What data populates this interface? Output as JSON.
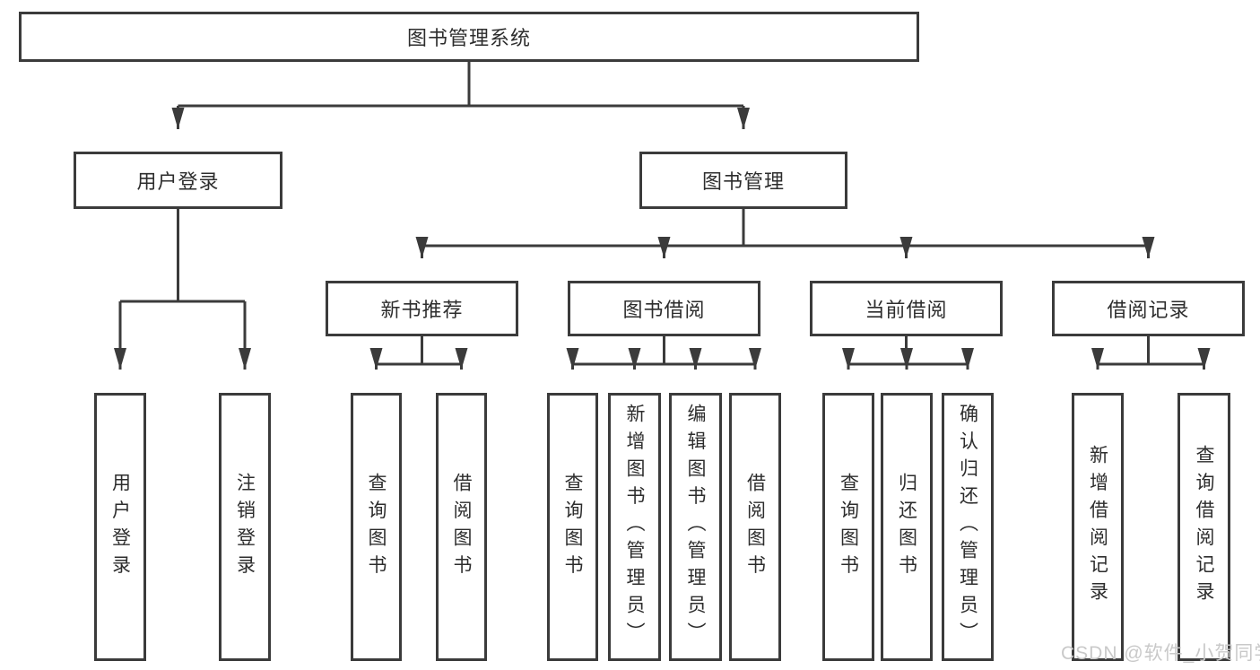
{
  "colors": {
    "line": "#3b3b3b",
    "box_border": "#3b3b3b",
    "box_fill": "#ffffff",
    "text": "#2d2d2d",
    "watermark": "#c9c9c9",
    "background": "#ffffff"
  },
  "watermark": {
    "text": "CSDN @软件_小贺同学"
  },
  "tree": {
    "label": "图书管理系统",
    "children": [
      {
        "label": "用户登录",
        "children": [
          {
            "label": "用户登录"
          },
          {
            "label": "注销登录"
          }
        ]
      },
      {
        "label": "图书管理",
        "children": [
          {
            "label": "新书推荐",
            "children": [
              {
                "label": "查询图书"
              },
              {
                "label": "借阅图书"
              }
            ]
          },
          {
            "label": "图书借阅",
            "children": [
              {
                "label": "查询图书"
              },
              {
                "label": "新增图书（管理员）"
              },
              {
                "label": "编辑图书（管理员）"
              },
              {
                "label": "借阅图书"
              }
            ]
          },
          {
            "label": "当前借阅",
            "children": [
              {
                "label": "查询图书"
              },
              {
                "label": "归还图书"
              },
              {
                "label": "确认归还（管理员）"
              }
            ]
          },
          {
            "label": "借阅记录",
            "children": [
              {
                "label": "新增借阅记录"
              },
              {
                "label": "查询借阅记录"
              }
            ]
          }
        ]
      }
    ]
  }
}
